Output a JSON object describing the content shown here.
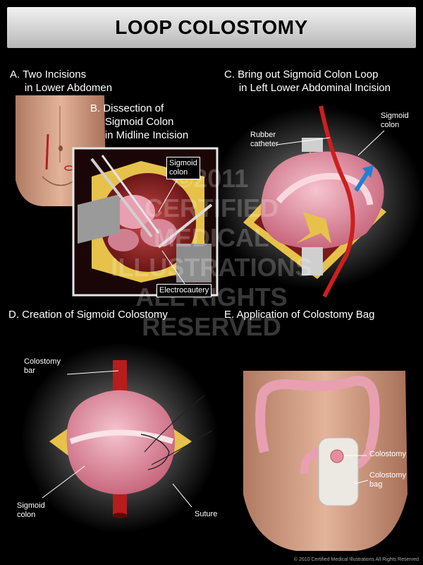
{
  "title": "LOOP COLOSTOMY",
  "panels": {
    "a": {
      "title": "A. Two Incisions\n     in Lower Abdomen"
    },
    "b": {
      "title": "B. Dissection of\n     Sigmoid Colon\n     in Midline Incision"
    },
    "c": {
      "title": "C. Bring out Sigmoid Colon Loop\n     in Left Lower Abdominal Incision"
    },
    "d": {
      "title": "D. Creation of Sigmoid Colostomy"
    },
    "e": {
      "title": "E. Application of Colostomy Bag"
    }
  },
  "labels": {
    "b_sigmoid_colon": "Sigmoid\ncolon",
    "b_electrocautery": "Electrocautery",
    "c_rubber_catheter": "Rubber\ncatheter",
    "c_sigmoid_colon": "Sigmoid\ncolon",
    "d_colostomy_bar": "Colostomy\nbar",
    "d_sigmoid_colon": "Sigmoid\ncolon",
    "d_suture": "Suture",
    "e_colostomy": "Colostomy",
    "e_colostomy_bag": "Colostomy\nbag"
  },
  "watermark": "©2011\nCERTIFIED\nMEDICAL\nILLUSTRATIONS\nALL RIGHTS\nRESERVED",
  "copyright": "© 2010 Certified Medical Illustrations All Rights Reserved",
  "colors": {
    "background": "#000000",
    "skin": "#d9a58a",
    "colon": "#e8a0b0",
    "catheter": "#cc1f1f",
    "fat": "#e6c24a",
    "arrow": "#1f7fd6"
  }
}
